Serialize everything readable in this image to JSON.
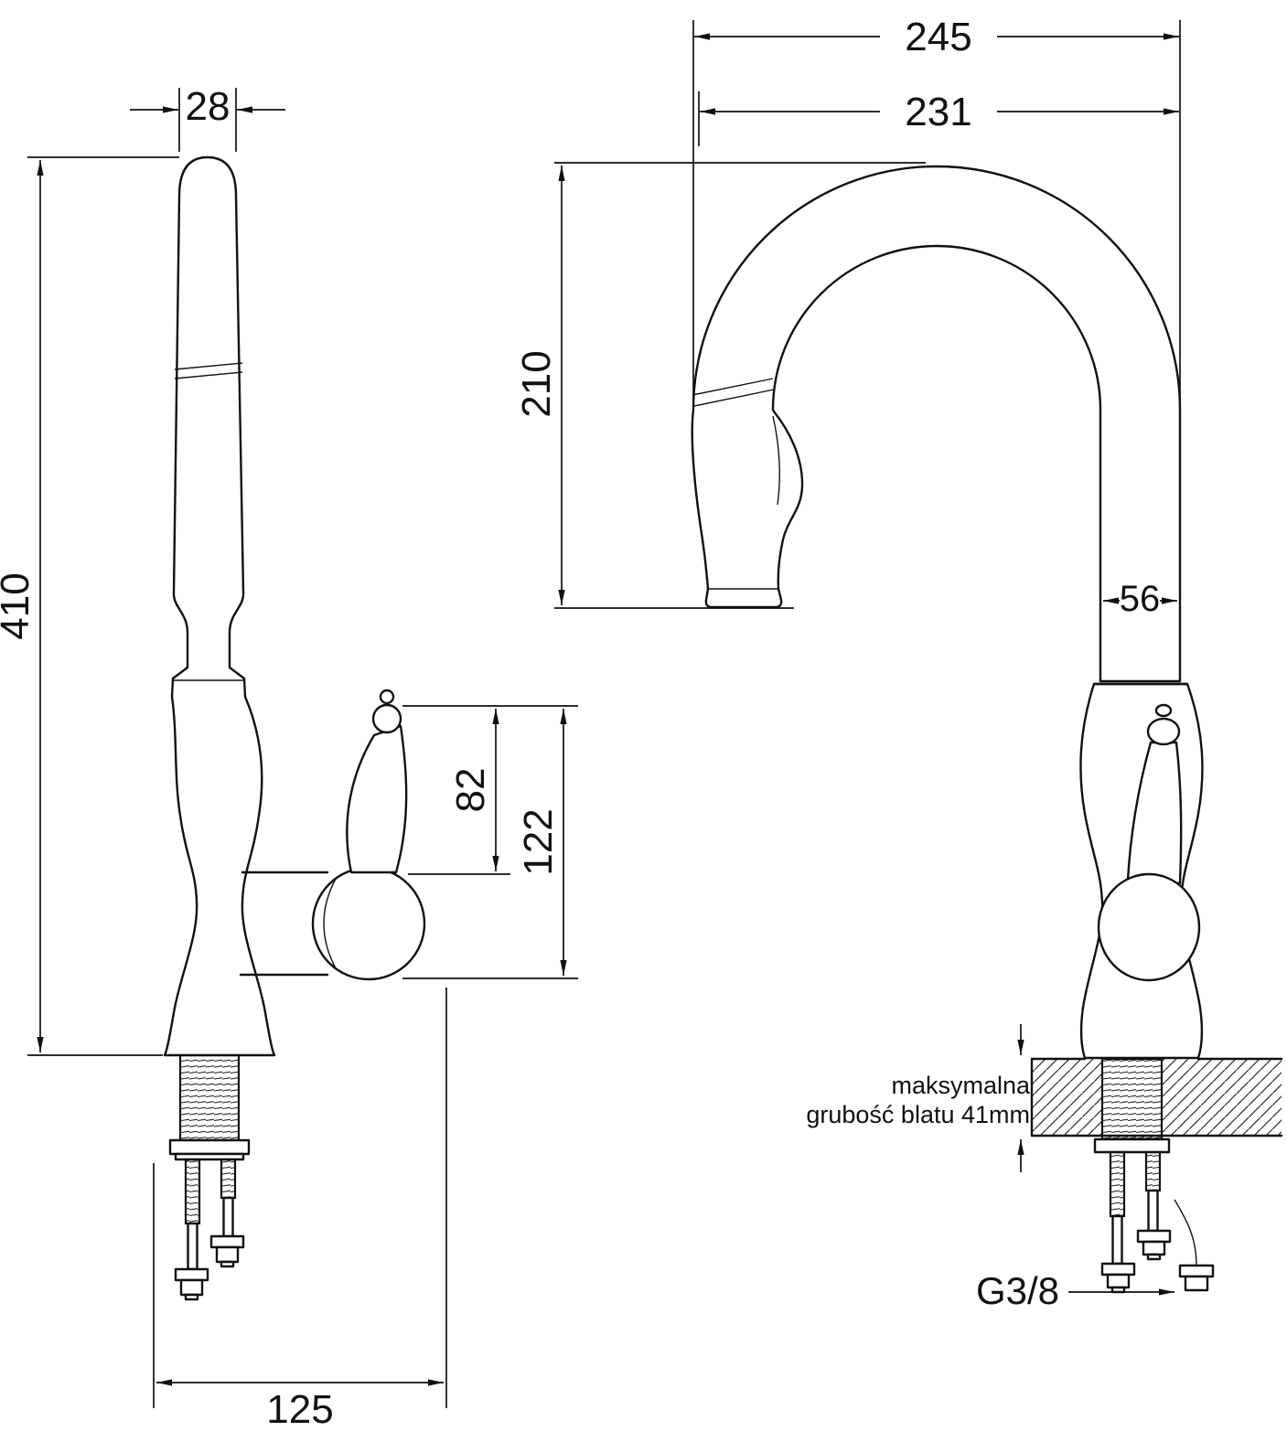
{
  "diagram": {
    "type": "technical-drawing",
    "subject": "kitchen pull-out faucet dimensional drawing, two views with countertop cross-section",
    "dims": {
      "d28": "28",
      "d410": "410",
      "d82": "82",
      "d122": "122",
      "d125": "125",
      "d245": "245",
      "d231": "231",
      "d210": "210",
      "d56": "56",
      "thread": "G3/8",
      "note_line1": "maksymalna",
      "note_line2": "grubość blatu 41mm"
    }
  }
}
